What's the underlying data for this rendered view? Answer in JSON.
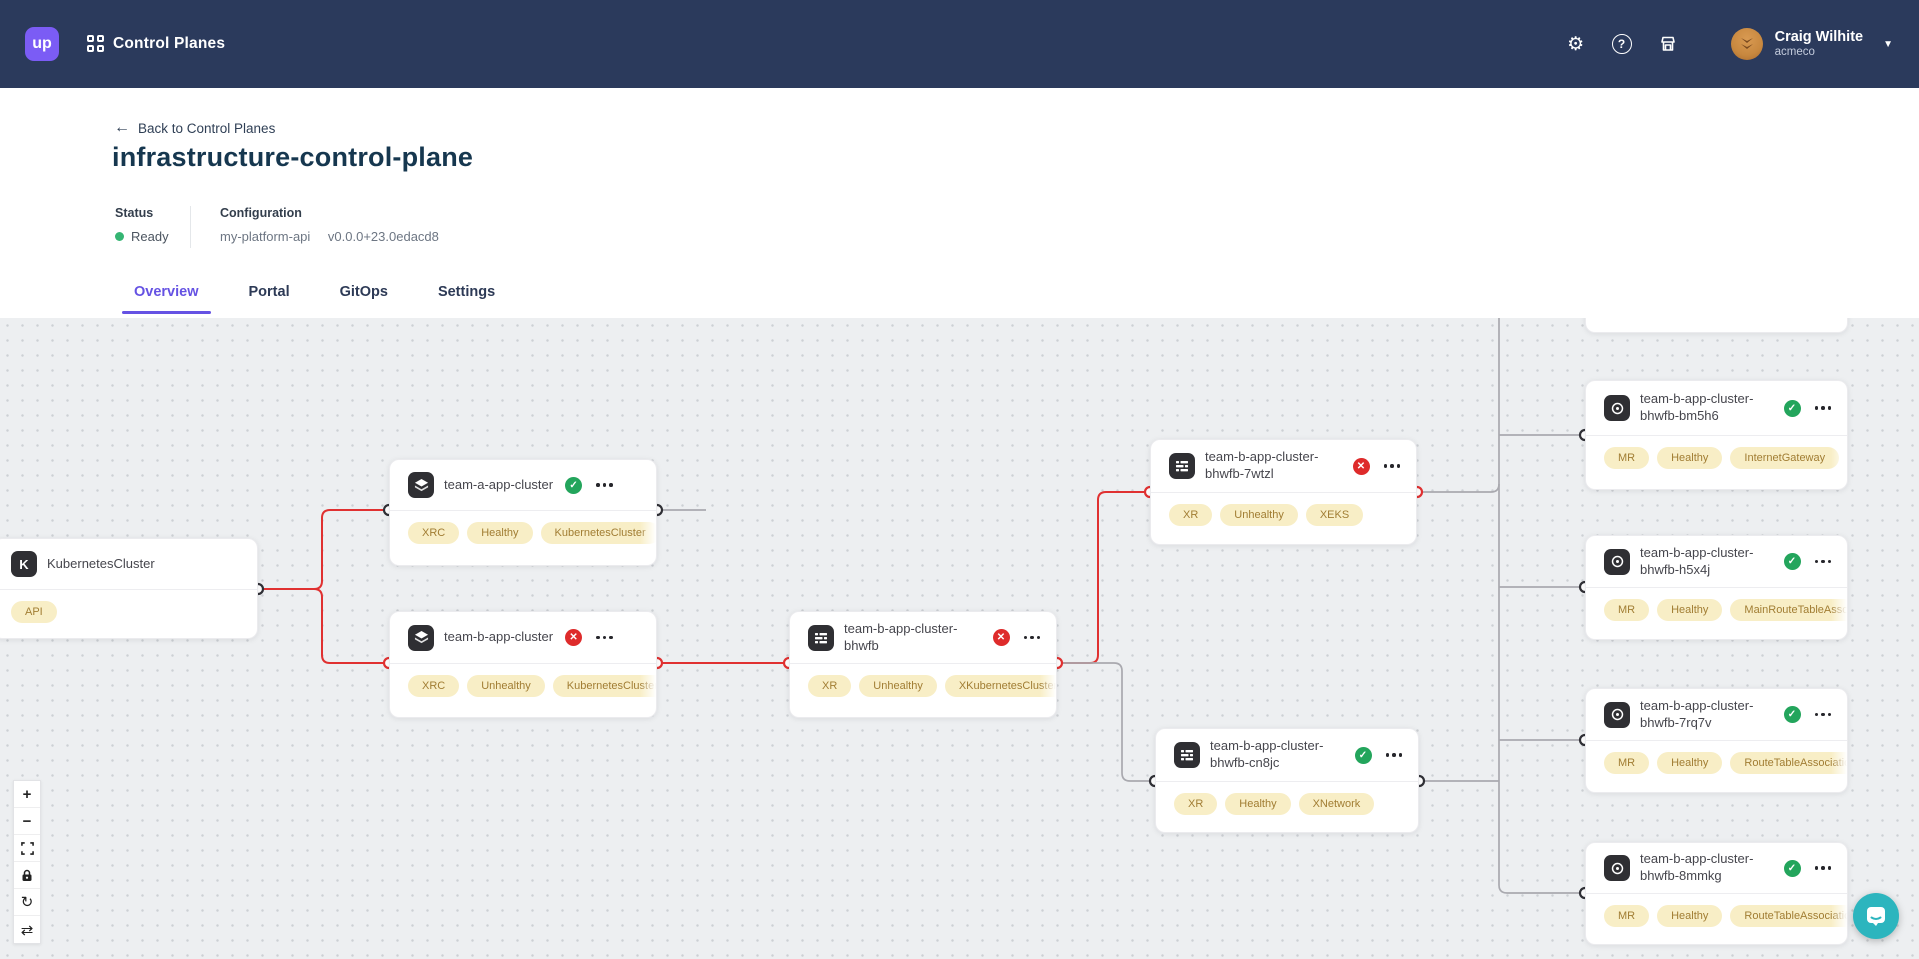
{
  "header": {
    "logo_text": "up",
    "app_title": "Control Planes",
    "user": {
      "name": "Craig Wilhite",
      "org": "acmeco"
    }
  },
  "page": {
    "back_link": "Back to Control Planes",
    "title": "infrastructure-control-plane",
    "status": {
      "label": "Status",
      "value": "Ready"
    },
    "configuration": {
      "label": "Configuration",
      "name": "my-platform-api",
      "version": "v0.0.0+23.0edacd8"
    },
    "tabs": [
      {
        "label": "Overview",
        "active": true
      },
      {
        "label": "Portal",
        "active": false
      },
      {
        "label": "GitOps",
        "active": false
      },
      {
        "label": "Settings",
        "active": false
      }
    ]
  },
  "graph": {
    "nodes": [
      {
        "id": "kubernetes-cluster",
        "label": "KubernetesCluster",
        "icon": "kubernetes",
        "status": null,
        "pills": [
          "API"
        ]
      },
      {
        "id": "team-a-app-cluster",
        "label": "team-a-app-cluster",
        "icon": "claim-layers",
        "status": "healthy",
        "pills": [
          "XRC",
          "Healthy",
          "KubernetesCluster"
        ]
      },
      {
        "id": "team-b-app-cluster",
        "label": "team-b-app-cluster",
        "icon": "claim-layers",
        "status": "error",
        "pills": [
          "XRC",
          "Unhealthy",
          "KubernetesCluster"
        ]
      },
      {
        "id": "team-b-app-cluster-bhwfb",
        "label": "team-b-app-cluster-bhwfb",
        "icon": "composite-list",
        "status": "error",
        "pills": [
          "XR",
          "Unhealthy",
          "XKubernetesCluster"
        ]
      },
      {
        "id": "team-b-app-cluster-bhwfb-7wtzl",
        "label": "team-b-app-cluster-bhwfb-7wtzl",
        "icon": "composite-list",
        "status": "error",
        "pills": [
          "XR",
          "Unhealthy",
          "XEKS"
        ]
      },
      {
        "id": "team-b-app-cluster-bhwfb-cn8jc",
        "label": "team-b-app-cluster-bhwfb-cn8jc",
        "icon": "composite-list",
        "status": "healthy",
        "pills": [
          "XR",
          "Healthy",
          "XNetwork"
        ]
      },
      {
        "id": "team-b-app-cluster-bhwfb-bm5h6",
        "label": "team-b-app-cluster-bhwfb-bm5h6",
        "icon": "managed-resource",
        "status": "healthy",
        "pills": [
          "MR",
          "Healthy",
          "InternetGateway"
        ]
      },
      {
        "id": "team-b-app-cluster-bhwfb-h5x4j",
        "label": "team-b-app-cluster-bhwfb-h5x4j",
        "icon": "managed-resource",
        "status": "healthy",
        "pills": [
          "MR",
          "Healthy",
          "MainRouteTableAssociation"
        ]
      },
      {
        "id": "team-b-app-cluster-bhwfb-7rq7v",
        "label": "team-b-app-cluster-bhwfb-7rq7v",
        "icon": "managed-resource",
        "status": "healthy",
        "pills": [
          "MR",
          "Healthy",
          "RouteTableAssociation"
        ]
      },
      {
        "id": "team-b-app-cluster-bhwfb-8mmkg",
        "label": "team-b-app-cluster-bhwfb-8mmkg",
        "icon": "managed-resource",
        "status": "healthy",
        "pills": [
          "MR",
          "Healthy",
          "RouteTableAssociation"
        ]
      }
    ],
    "edges": [
      {
        "from": "kubernetes-cluster",
        "to": "team-a-app-cluster",
        "state": "error"
      },
      {
        "from": "kubernetes-cluster",
        "to": "team-b-app-cluster",
        "state": "error"
      },
      {
        "from": "team-b-app-cluster",
        "to": "team-b-app-cluster-bhwfb",
        "state": "error"
      },
      {
        "from": "team-b-app-cluster-bhwfb",
        "to": "team-b-app-cluster-bhwfb-7wtzl",
        "state": "error"
      },
      {
        "from": "team-b-app-cluster-bhwfb",
        "to": "team-b-app-cluster-bhwfb-cn8jc",
        "state": "ok"
      },
      {
        "from": "team-b-app-cluster-bhwfb-7wtzl",
        "to": "managed-resources-trunk",
        "state": "ok"
      },
      {
        "from": "team-b-app-cluster-bhwfb-cn8jc",
        "to": "managed-resources-trunk",
        "state": "ok"
      }
    ]
  },
  "canvas_controls": [
    "zoom-in",
    "zoom-out",
    "fit-view",
    "lock",
    "rotate",
    "re-layout"
  ],
  "colors": {
    "topbar": "#2b3a5c",
    "accent_purple": "#6552e3",
    "logo_purple": "#7b5cf5",
    "healthy_green": "#23a55c",
    "ready_green": "#35b573",
    "error_red": "#de2b2b",
    "edge_red": "#e03131",
    "edge_gray": "#a9a9af",
    "pill_bg": "#f8eec6",
    "pill_text": "#a17d33",
    "canvas_bg": "#edeff1",
    "chat_teal": "#2cb5be"
  }
}
